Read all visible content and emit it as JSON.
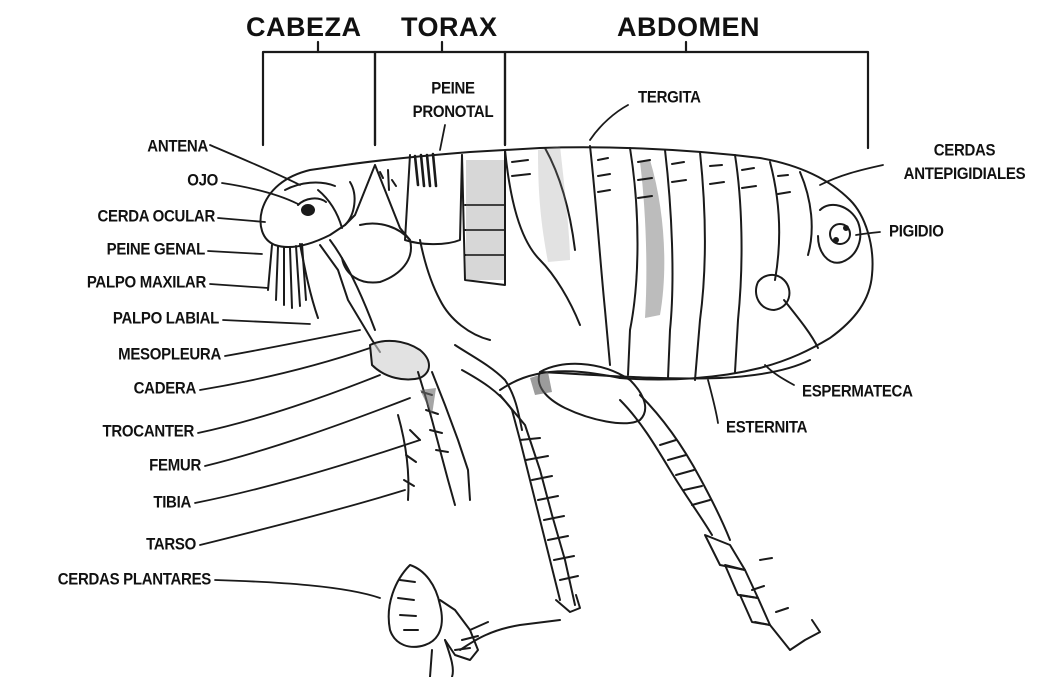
{
  "sections": {
    "head": "CABEZA",
    "thorax": "TORAX",
    "abdomen": "ABDOMEN"
  },
  "labels": {
    "peine_pronotal_1": "PEINE",
    "peine_pronotal_2": "PRONOTAL",
    "tergita": "TERGITA",
    "cerdas_ante_1": "CERDAS",
    "cerdas_ante_2": "ANTEPIGIDIALES",
    "pigidio": "PIGIDIO",
    "espermateca": "ESPERMATECA",
    "esternita": "ESTERNITA",
    "antena": "ANTENA",
    "ojo": "OJO",
    "cerda_ocular": "CERDA OCULAR",
    "peine_genal": "PEINE GENAL",
    "palpo_maxilar": "PALPO MAXILAR",
    "palpo_labial": "PALPO LABIAL",
    "mesopleura": "MESOPLEURA",
    "cadera": "CADERA",
    "trocanter": "TROCANTER",
    "femur": "FEMUR",
    "tibia": "TIBIA",
    "tarso": "TARSO",
    "cerdas_plantares": "CERDAS PLANTARES"
  }
}
